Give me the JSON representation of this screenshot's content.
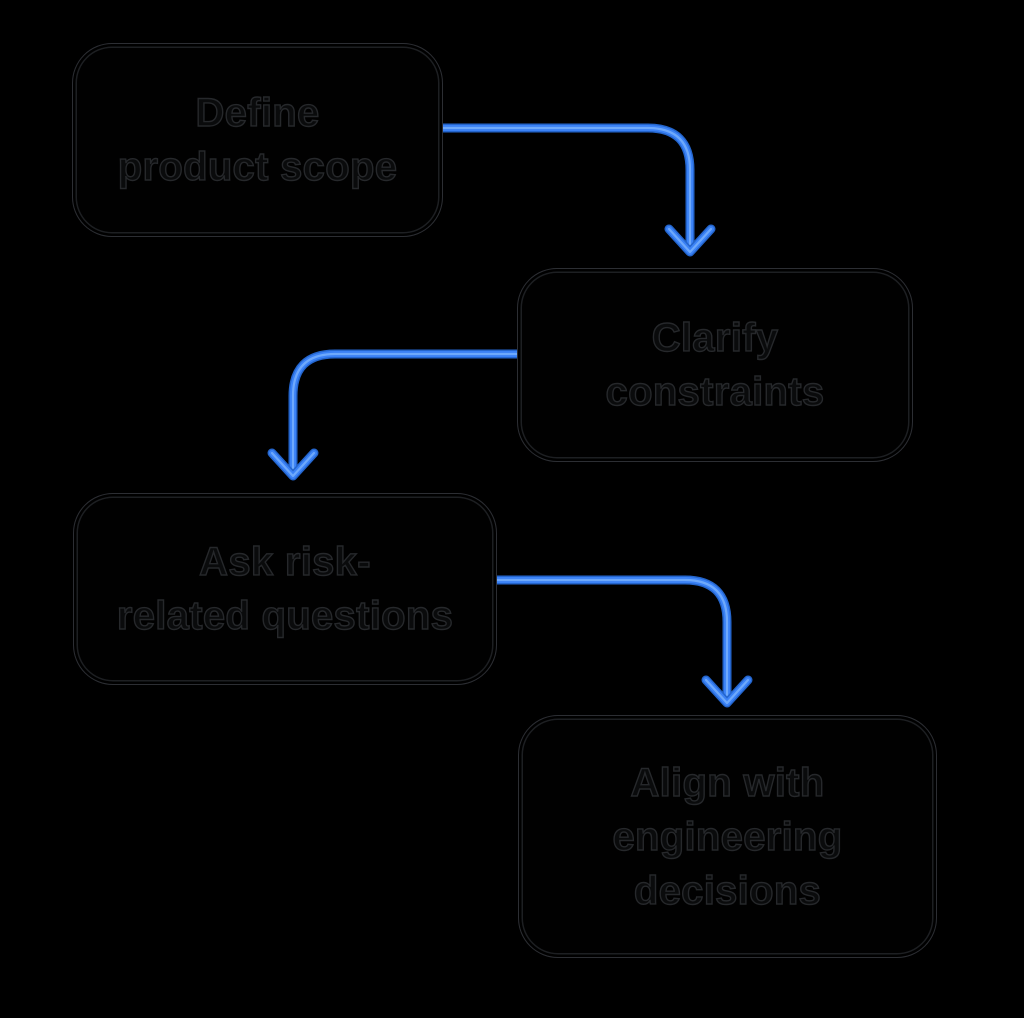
{
  "diagram": {
    "type": "flowchart",
    "nodes": [
      {
        "id": "define-product-scope",
        "label": "Define product scope",
        "lines": [
          "Define",
          "product scope"
        ]
      },
      {
        "id": "clarify-constraints",
        "label": "Clarify constraints",
        "lines": [
          "Clarify",
          "constraints"
        ]
      },
      {
        "id": "ask-risk-related-questions",
        "label": "Ask risk-related questions",
        "lines": [
          "Ask risk-",
          "related questions"
        ]
      },
      {
        "id": "align-with-engineering-decisions",
        "label": "Align with engineering decisions",
        "lines": [
          "Align with",
          "engineering",
          "decisions"
        ]
      }
    ],
    "edges": [
      {
        "from": "define-product-scope",
        "to": "clarify-constraints"
      },
      {
        "from": "clarify-constraints",
        "to": "ask-risk-related-questions"
      },
      {
        "from": "ask-risk-related-questions",
        "to": "align-with-engineering-decisions"
      }
    ],
    "colors": {
      "arrow": "#3b82f6",
      "arrow_dark": "#2465cc",
      "arrow_light": "#6ea9fb",
      "node_border": "#2c2e33",
      "node_border_inner": "#1d1f22",
      "node_text": "#0a0b0c",
      "node_text_outline": "#26282b",
      "background": "#000000"
    }
  }
}
